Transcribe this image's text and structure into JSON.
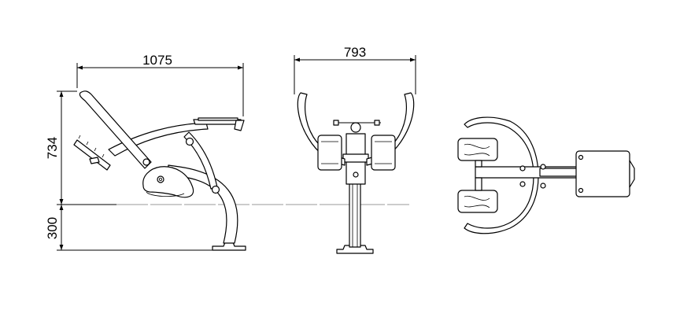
{
  "dimensions": {
    "side_width": "1075",
    "side_height_upper": "734",
    "side_height_lower": "300",
    "front_width": "793"
  },
  "colors": {
    "line": "#000000",
    "ground_line": "#9a9a9a",
    "background": "#ffffff"
  }
}
